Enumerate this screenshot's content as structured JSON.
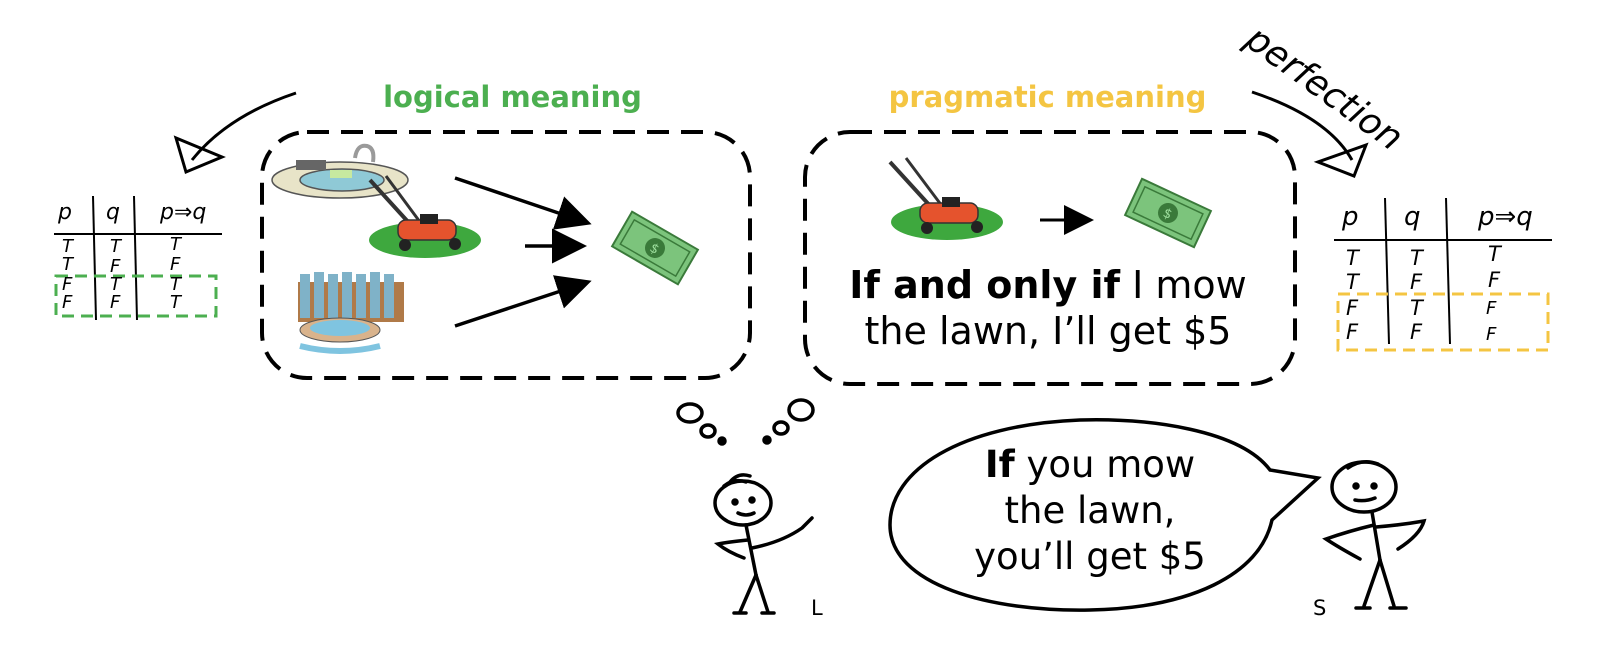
{
  "headings": {
    "logical": "logical meaning",
    "pragmatic": "pragmatic meaning"
  },
  "annotation": "perfection",
  "pragmatic_box": {
    "bold": "If and only if",
    "rest_line1": " I mow",
    "line2": "the lawn, I’ll get $5"
  },
  "speech": {
    "bold": "If",
    "rest_line1": " you mow",
    "line2": "the lawn,",
    "line3": "you’ll get $5"
  },
  "agents": {
    "listener": "L",
    "speaker": "S"
  },
  "truth_tables": {
    "left": {
      "headers": [
        "p",
        "q",
        "p⇒q"
      ],
      "rows": [
        [
          "T",
          "T",
          "T"
        ],
        [
          "T",
          "F",
          "F"
        ],
        [
          "F",
          "T",
          "T"
        ],
        [
          "F",
          "F",
          "T"
        ]
      ],
      "highlight_color": "#4caf50"
    },
    "right": {
      "headers": [
        "p",
        "q",
        "p⇒q"
      ],
      "rows": [
        [
          "T",
          "T",
          "T"
        ],
        [
          "T",
          "F",
          "F"
        ],
        [
          "F",
          "T",
          "F"
        ],
        [
          "F",
          "F",
          "F"
        ]
      ],
      "highlight_color": "#f4c542"
    }
  },
  "colors": {
    "logical": "#4caf50",
    "pragmatic": "#f4c542",
    "money": "#5fae5f",
    "mower": "#e5532d",
    "grass": "#3ea83e"
  }
}
